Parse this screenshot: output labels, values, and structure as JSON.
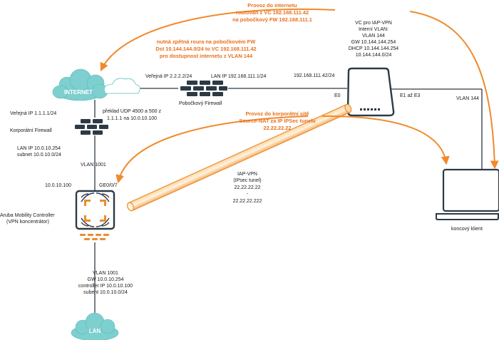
{
  "annotations": {
    "internet_path": [
      "Provoz do internetu",
      "routován z VC 192.168.111.42",
      "na pobočkový FW 192.168.111.1"
    ],
    "return_route": [
      "nutná zpětná roura na pobočkovém FW",
      "Dst 10.144.144.0/24 to VC 192.168.111.42",
      "pro dostupnost internetu z VLAN 144"
    ],
    "corporate_path": [
      "Provoz do korporátní sítě",
      "Source-NAT za IP IPSec tunelu",
      "22.22.22.22"
    ]
  },
  "internet_cloud": {
    "label": "INTERNET"
  },
  "lan_cloud": {
    "label": "LAN"
  },
  "branch_firewall": {
    "name": "Pobočkový Firewall",
    "public_ip": "Veřejná IP 2.2.2.2/24",
    "lan_ip": "LAN IP 192.168.111.1/24"
  },
  "iap": {
    "info": [
      "VC pro IAP-VPN",
      "Interní VLAN:",
      "VLAN 144",
      "GW 10.144.144.254",
      "DHCP 10.144.144.254",
      "10.144.144.0/24"
    ],
    "uplink_ip": "192.168.111.42/24",
    "port_e0": "E0",
    "ports_e1e3": "E1 až E3",
    "vlan": "VLAN 144"
  },
  "client": {
    "label": "koncový klient"
  },
  "corp_firewall": {
    "public_ip": "Veřejná IP 1.1.1.1/24",
    "name": "Korporátní Firewall",
    "nat_note": [
      "překlad UDP 4500 a 500 z",
      "1.1.1.1 na 10.0.10.100"
    ],
    "lan_ip": "LAN IP  10.0.10.254",
    "subnet": "subnet  10.0.10.0/24"
  },
  "controller": {
    "vlan_top": "VLAN 1001",
    "ip": "10.0.10.100",
    "port": "GE0/0/7",
    "name": [
      "Aruba Mobility Controller",
      "(VPN koncentrátor)"
    ],
    "bottom_info": [
      "VLAN 1001",
      "GW 10.0.10.254",
      "controller IP 10.0.10.100",
      "subent 10.0.10.0/24"
    ]
  },
  "tunnel": {
    "label": [
      "IAP-VPN",
      "(IPsec tunel)",
      "22.22.22.22",
      "-",
      "22.22.22.222"
    ]
  },
  "colors": {
    "accent": "#f08a2c",
    "cloud": "#7ecfcf",
    "device": "#2d3a45"
  }
}
